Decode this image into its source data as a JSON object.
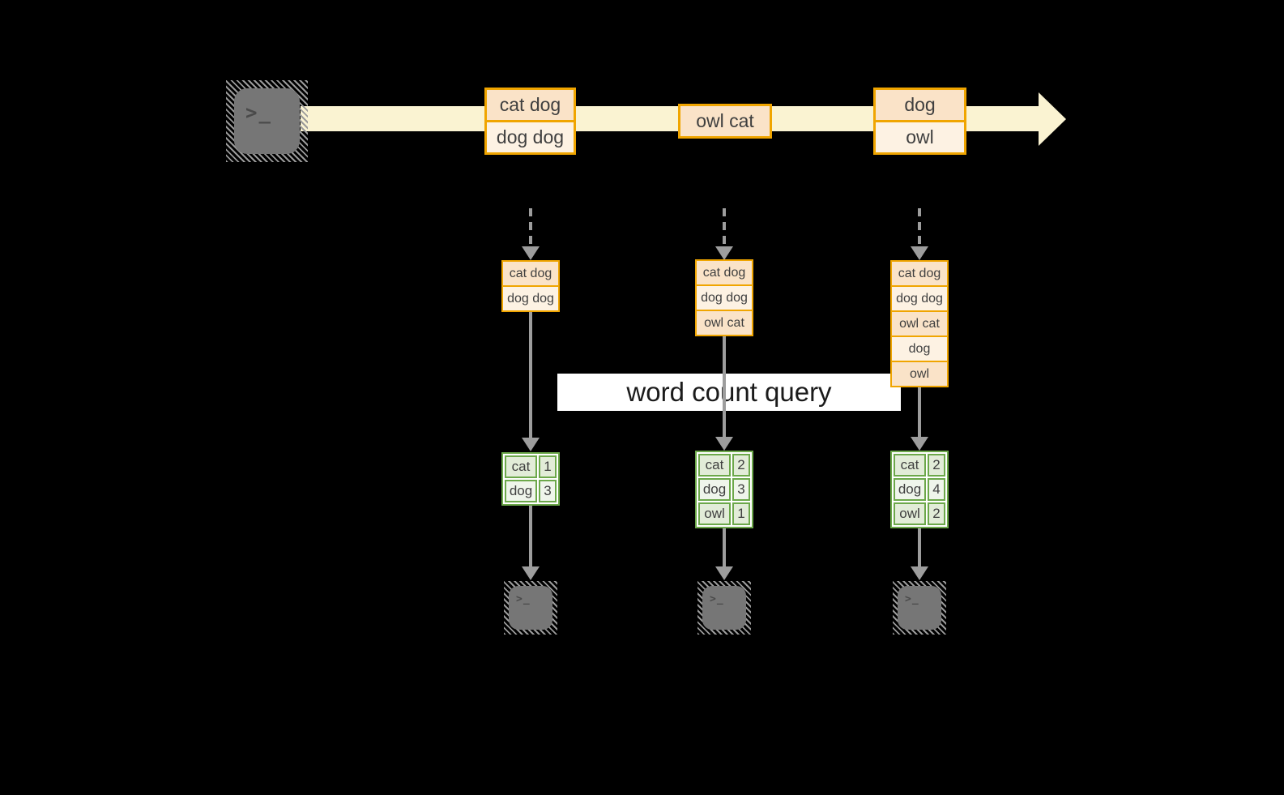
{
  "query_label": "word count query",
  "terminal_prompt": ">_",
  "stream_batches": [
    {
      "rows": [
        "cat dog",
        "dog dog"
      ]
    },
    {
      "rows": [
        "owl cat"
      ]
    },
    {
      "rows": [
        "dog",
        "owl"
      ]
    }
  ],
  "state_tables": [
    {
      "rows": [
        "cat dog",
        "dog dog"
      ]
    },
    {
      "rows": [
        "cat dog",
        "dog dog",
        "owl cat"
      ]
    },
    {
      "rows": [
        "cat dog",
        "dog dog",
        "owl cat",
        "dog",
        "owl"
      ]
    }
  ],
  "result_tables": [
    {
      "rows": [
        [
          "cat",
          "1"
        ],
        [
          "dog",
          "3"
        ]
      ]
    },
    {
      "rows": [
        [
          "cat",
          "2"
        ],
        [
          "dog",
          "3"
        ],
        [
          "owl",
          "1"
        ]
      ]
    },
    {
      "rows": [
        [
          "cat",
          "2"
        ],
        [
          "dog",
          "4"
        ],
        [
          "owl",
          "2"
        ]
      ]
    }
  ],
  "colors": {
    "background": "#000000",
    "stream_band": "#FAF3D2",
    "box_border": "#F0A500",
    "box_fill_dark": "#FAE3C8",
    "box_fill_light": "#FDF2E3",
    "table_border": "#6CA84A",
    "table_fill_dark": "#E2ECD8",
    "table_fill_light": "#EFF5EB",
    "arrow_gray": "#9D9D9D",
    "terminal_gray": "#767676",
    "label_bg": "#FFFFFF"
  }
}
